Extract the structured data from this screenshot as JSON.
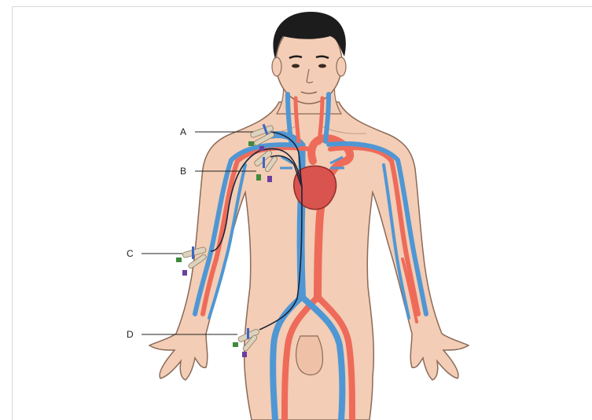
{
  "labels": {
    "a": "A",
    "b": "B",
    "c": "C",
    "d": "D"
  },
  "colors": {
    "skin": "#f3cdb5",
    "skin_outline": "#8b6a58",
    "artery": "#ee6b5a",
    "vein": "#4f97d4",
    "heart": "#d9534f",
    "hair": "#1c1c1c",
    "catheter": "#1a2438",
    "hub": "#ddd2bd",
    "cap_green": "#3f8a3f",
    "cap_purple": "#6b3fa0",
    "clamp_blue": "#3c66c4"
  }
}
